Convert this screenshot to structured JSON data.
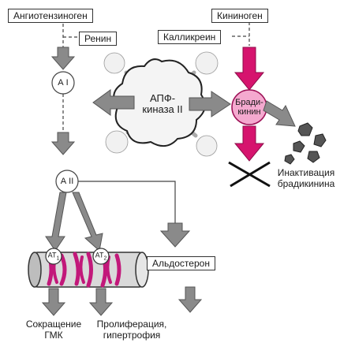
{
  "nodes": {
    "angiotensinogen": "Ангиотензиноген",
    "renin": "Ренин",
    "kininogen": "Кининоген",
    "kallikrein": "Калликреин",
    "a1": "А I",
    "ace": "АПФ-\nкиназа II",
    "bradykinin": "Бради-\nкинин",
    "a2": "А II",
    "aldosterone": "Альдостерон",
    "at1": "AT",
    "at1_sub": "1",
    "at2": "AT",
    "at2_sub": "2",
    "bradykinin_inactivation": "Инактивация\nбрадикинина",
    "smc_contraction": "Сокращение\nГМК",
    "proliferation": "Пролиферация,\nгипертрофия"
  },
  "colors": {
    "bradykinin_path": "#d6146e",
    "bradykinin_fill": "#f4a9cf",
    "arrow_gray": "#8a8a8a",
    "ace_cloud": "#e9e9e9",
    "vessel_stripe": "#c2187a"
  }
}
